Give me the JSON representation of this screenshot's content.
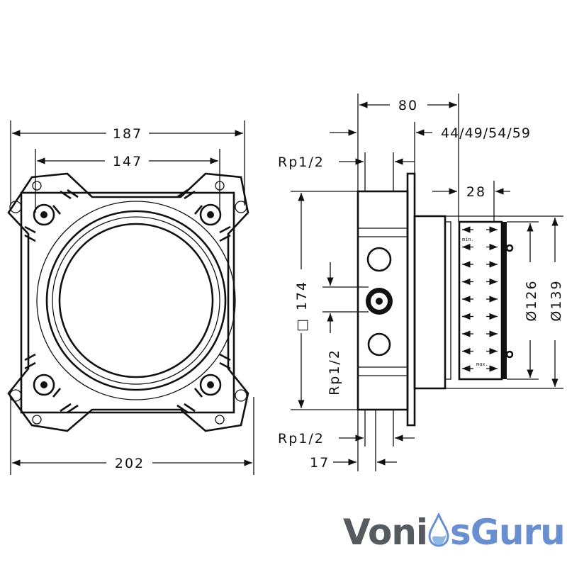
{
  "front_view": {
    "dims": {
      "outer_width": "187",
      "hole_spacing": "147",
      "overall_width": "202"
    }
  },
  "side_view": {
    "dims": {
      "depth": "80",
      "wall_depths": "44/49/54/59",
      "connection_top": "Rp1/2",
      "sleeve": "28",
      "height": "174",
      "square_symbol": "□",
      "connection_side": "Rp1/2",
      "connection_bottom": "Rp1/2",
      "offset": "17",
      "diameter_inner": "Ø126",
      "diameter_outer": "Ø139"
    },
    "labels": {
      "min": "min.",
      "max": "max."
    }
  },
  "logo": {
    "part1": "Voni",
    "part2": "sGuru"
  },
  "colors": {
    "line": "#111111",
    "logo_gray": "#555a5e",
    "logo_blue": "#6a8fcf"
  }
}
